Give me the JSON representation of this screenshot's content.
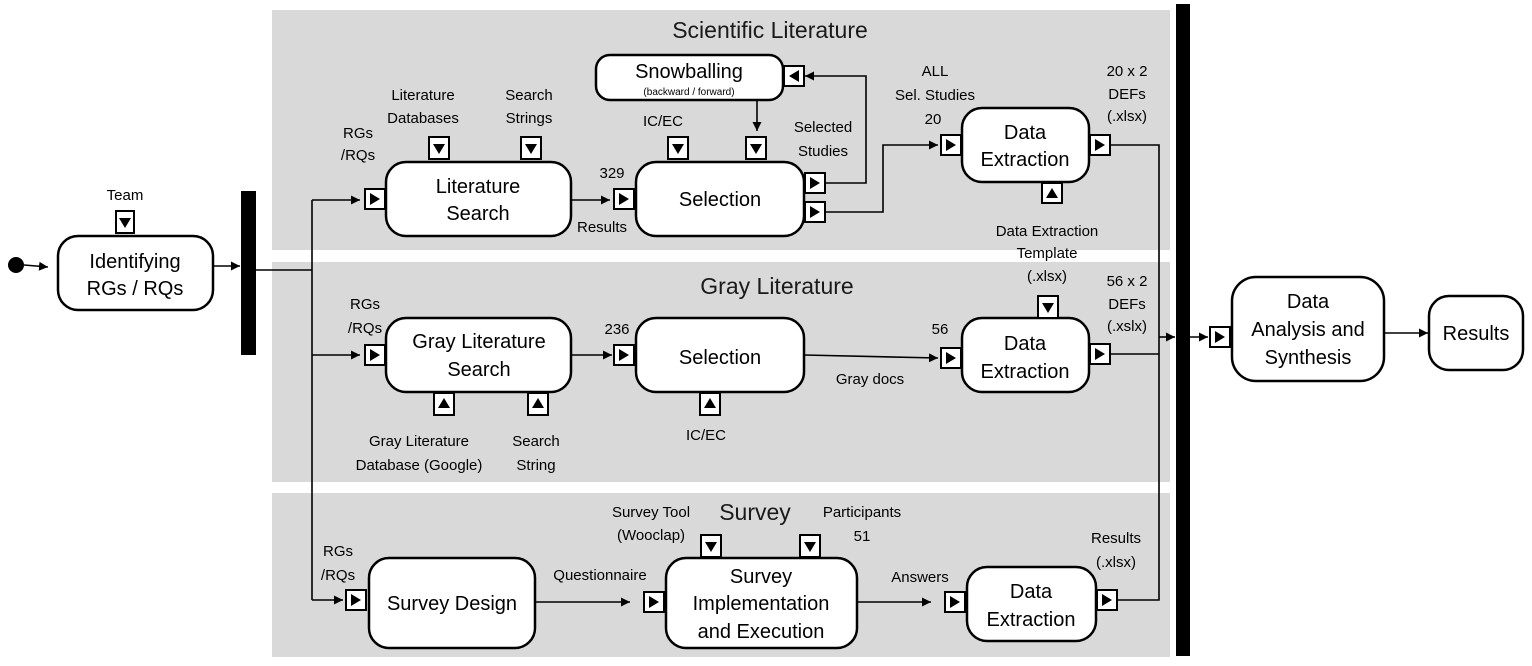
{
  "lanes": {
    "scientific": "Scientific Literature",
    "gray": "Gray Literature",
    "survey": "Survey"
  },
  "activities": {
    "identifying": [
      "Identifying",
      "RGs / RQs"
    ],
    "lit_search": [
      "Literature",
      "Search"
    ],
    "snowballing": "Snowballing",
    "snowballing_sub": "(backward / forward)",
    "selection_sci": "Selection",
    "extraction_sci": [
      "Data",
      "Extraction"
    ],
    "gray_search": [
      "Gray Literature",
      "Search"
    ],
    "selection_gray": "Selection",
    "extraction_gray": [
      "Data",
      "Extraction"
    ],
    "survey_design": "Survey Design",
    "survey_impl": [
      "Survey",
      "Implementation",
      "and Execution"
    ],
    "extraction_survey": [
      "Data",
      "Extraction"
    ],
    "analysis": [
      "Data",
      "Analysis and",
      "Synthesis"
    ],
    "results": "Results"
  },
  "labels": {
    "team": "Team",
    "rgs_rqs": [
      "RGs",
      "/RQs"
    ],
    "lit_databases": [
      "Literature",
      "Databases"
    ],
    "search_strings": [
      "Search",
      "Strings"
    ],
    "count_329": "329",
    "results_label": "Results",
    "ic_ec": "IC/EC",
    "selected_studies": [
      "Selected",
      "Studies"
    ],
    "all_sel_studies": [
      "ALL",
      "Sel. Studies"
    ],
    "count_20": "20",
    "defs_20": [
      "20 x 2",
      "DEFs",
      "(.xlsx)"
    ],
    "template": [
      "Data Extraction",
      "Template",
      "(.xlsx)"
    ],
    "defs_56": [
      "56 x 2",
      "DEFs",
      "(.xslx)"
    ],
    "count_236": "236",
    "count_56": "56",
    "gray_docs": "Gray docs",
    "gray_db": [
      "Gray Literature",
      "Database (Google)"
    ],
    "search_string": [
      "Search",
      "String"
    ],
    "survey_tool": [
      "Survey Tool",
      "(Wooclap)"
    ],
    "participants": [
      "Participants",
      "51"
    ],
    "questionnaire": "Questionnaire",
    "answers": "Answers",
    "results_xlsx": [
      "Results",
      "(.xlsx)"
    ]
  }
}
